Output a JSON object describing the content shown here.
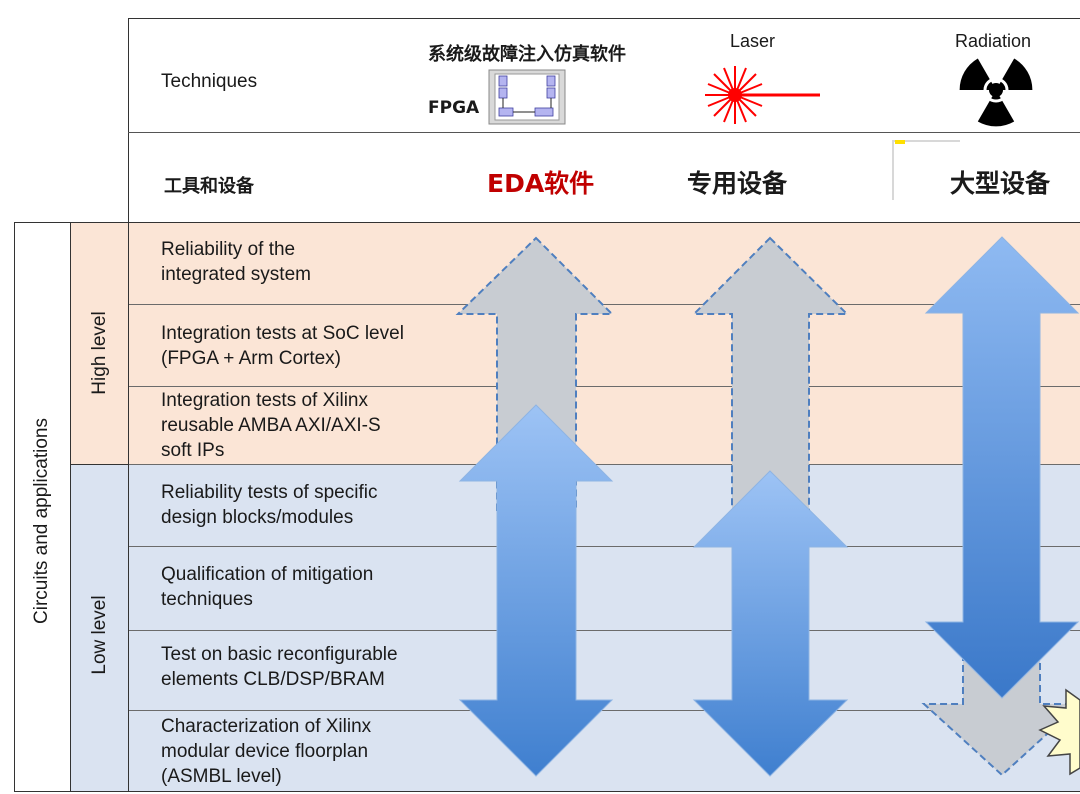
{
  "header": {
    "techniques_label": "Techniques",
    "tools_label": "工具和设备",
    "sim_label": "系统级故障注入仿真软件",
    "fpga_label": "FPGA",
    "laser_label": "Laser",
    "radiation_label": "Radiation",
    "eda_label": "EDA软件",
    "special_label": "专用设备",
    "large_label": "大型设备"
  },
  "side": {
    "outer_label": "Circuits and applications",
    "high_label": "High level",
    "low_label": "Low level"
  },
  "rows": [
    {
      "text": "Reliability of the\nintegrated system"
    },
    {
      "text": "Integration tests at SoC level\n(FPGA + Arm Cortex)"
    },
    {
      "text": "Integration tests of Xilinx\nreusable AMBA AXI/AXI-S\nsoft IPs"
    },
    {
      "text": "Reliability tests of specific\ndesign blocks/modules"
    },
    {
      "text": "Qualification of mitigation\ntechniques"
    },
    {
      "text": "Test on basic reconfigurable\nelements CLB/DSP/BRAM"
    },
    {
      "text": "Characterization of Xilinx\nmodular device floorplan\n(ASMBL level)"
    }
  ],
  "colors": {
    "high_bg": "#fbe5d6",
    "low_bg": "#dae3f1",
    "eda_red": "#c00000",
    "arrow_blue_light": "#9dc3f5",
    "arrow_blue_dark": "#3f7fcf",
    "arrow_gray": "#c8ccd2",
    "laser_red": "#ff0000"
  },
  "icons": {
    "fpga": "fpga-grid-icon",
    "laser": "laser-burst-icon",
    "radiation": "radiation-trefoil-icon",
    "starburst": "starburst-icon"
  }
}
